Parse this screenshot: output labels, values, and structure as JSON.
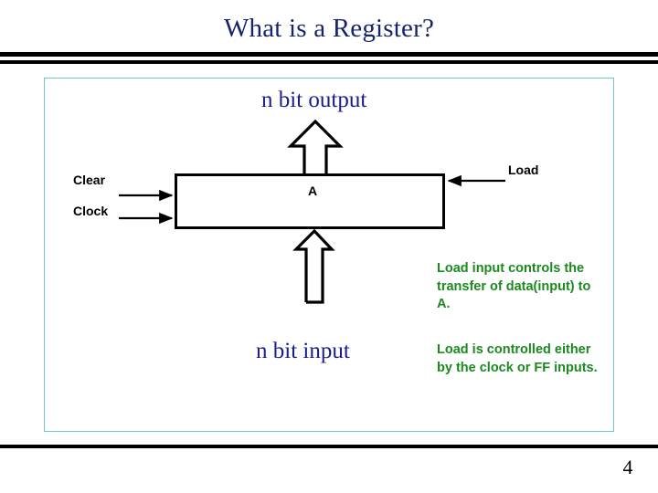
{
  "slide": {
    "title": "What is a Register?",
    "page_number": "4",
    "frame_border_color": "#74c4cd",
    "title_color": "#16256b",
    "caption_color": "#1b1b8f",
    "note_color": "#1a8a1f",
    "line_color": "#000000"
  },
  "diagram": {
    "register": {
      "label": "A"
    },
    "inputs": [
      {
        "label": "Clear",
        "name": "clear"
      },
      {
        "label": "Clock",
        "name": "clock"
      }
    ],
    "control": {
      "label": "Load"
    },
    "bus_labels": {
      "output": "n bit output",
      "input": "n bit input"
    }
  },
  "notes": [
    {
      "text": "Load input controls the transfer of data(input) to A."
    },
    {
      "text": "Load is controlled either by the clock or FF inputs."
    }
  ]
}
